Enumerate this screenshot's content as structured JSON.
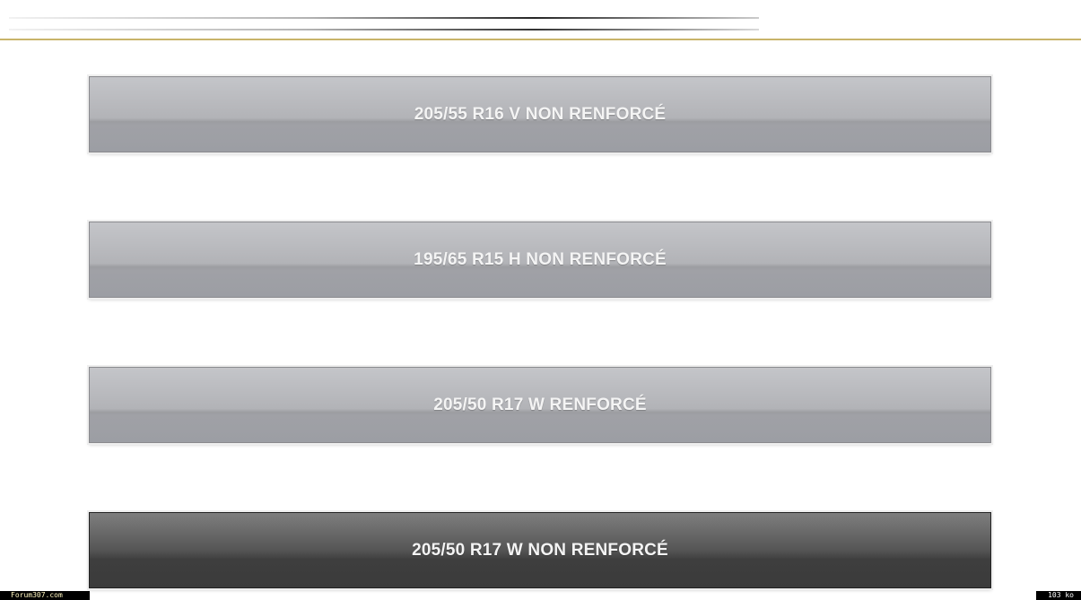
{
  "options": [
    {
      "label": "205/55 R16 V NON RENFORCÉ",
      "selected": false
    },
    {
      "label": "195/65 R15 H NON RENFORCÉ",
      "selected": false
    },
    {
      "label": "205/50 R17 W RENFORCÉ",
      "selected": false
    },
    {
      "label": "205/50 R17 W NON RENFORCÉ",
      "selected": true
    }
  ],
  "footer": {
    "site": "Forum307.com",
    "size": "103 ko"
  }
}
